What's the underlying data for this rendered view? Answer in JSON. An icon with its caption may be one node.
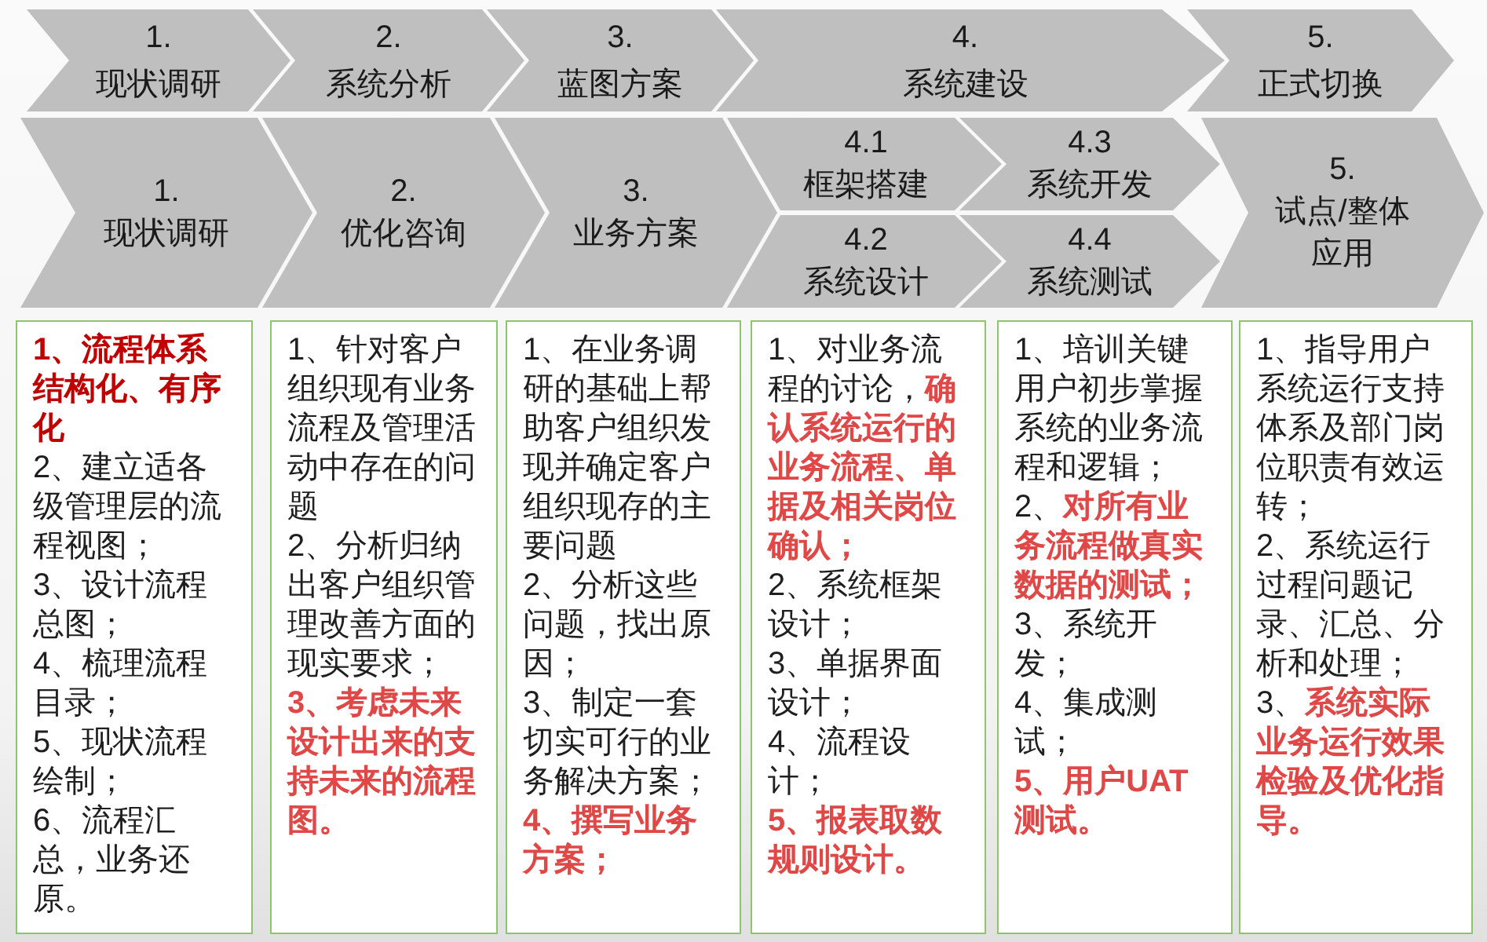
{
  "diagram": {
    "nodes": [
      {
        "text": [
          "1.",
          "现状调研"
        ]
      },
      {
        "text": [
          "2.",
          "系统分析"
        ]
      },
      {
        "text": [
          "3.",
          "蓝图方案"
        ]
      },
      {
        "text": [
          "4.",
          "系统建设"
        ]
      },
      {
        "text": [
          "5.",
          "正式切换"
        ]
      },
      {
        "text": [
          "1.",
          "现状调研"
        ]
      },
      {
        "text": [
          "2.",
          "优化咨询"
        ]
      },
      {
        "text": [
          "3.",
          "业务方案"
        ]
      },
      {
        "text": [
          "4.1",
          "框架搭建"
        ]
      },
      {
        "text": [
          "4.2",
          "系统设计"
        ]
      },
      {
        "text": [
          "4.3",
          "系统开发"
        ]
      },
      {
        "text": [
          "4.4",
          "系统测试"
        ]
      },
      {
        "text": [
          "5.",
          "试点/整体应用"
        ]
      },
      {
        "text": [
          "1、流程体系结构化、有序化",
          "2、建立适各级管理层的流程视图；",
          "3、设计流程总图；",
          "4、梳理流程目录；",
          "5、现状流程绘制；",
          "6、流程汇总，业务还原。"
        ]
      },
      {
        "text": [
          "1、针对客户组织现有业务流程及管理活动中存在的问题",
          "2、分析归纳出客户组织管理改善方面的现实要求；",
          "3、考虑未来设计出来的支持未来的流程图。"
        ]
      },
      {
        "text": [
          "1、在业务调研的基础上帮助客户组织发现并确定客户组织现存的主要问题",
          "2、分析这些问题，找出原因；",
          "3、制定一套切实可行的业务解决方案；",
          "4、撰写业务方案；"
        ]
      },
      {
        "text": [
          "1、对业务流程的讨论，**确认系统运行的业务流程、单据及相关岗位确认；**",
          "2、系统框架设计；",
          "3、单据界面设计；",
          "4、流程设计；",
          "5、报表取数规则设计。"
        ]
      },
      {
        "text": [
          "1、培训关键用户初步掌握系统的业务流程和逻辑；",
          "2、**对所有业务流程做真实数据的测试；**",
          "3、系统开发；",
          "4、集成测试；",
          "5、用户UAT测试。"
        ]
      },
      {
        "text": [
          "1、指导用户系统运行支持体系及部门岗位职责有效运转；",
          "2、系统运行过程问题记录、汇总、分析和处理；",
          "3、**系统实际业务运行效果检验及优化指导。**"
        ]
      }
    ]
  }
}
